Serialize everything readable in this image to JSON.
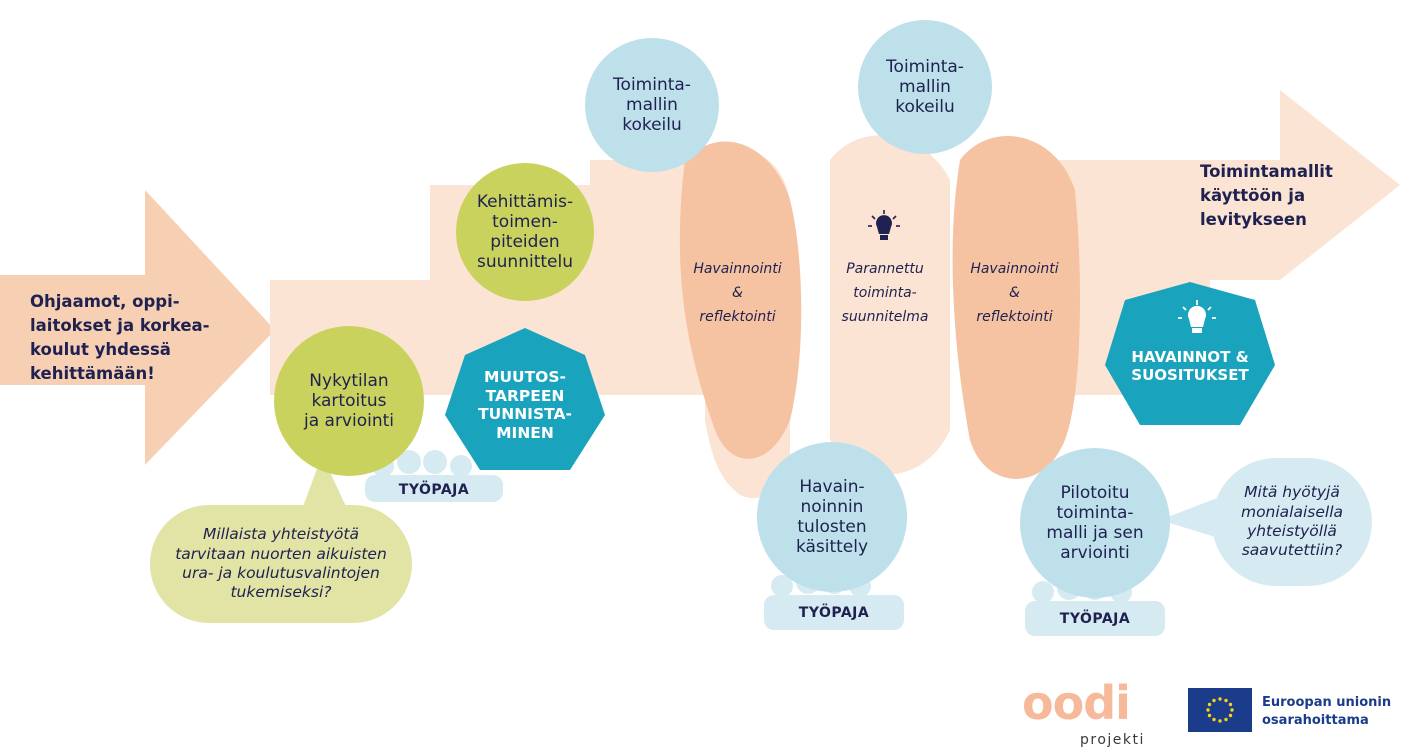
{
  "colors": {
    "arrow": "#f7cfb3",
    "arrow_light": "#fbe4d4",
    "wave_dark": "#f5c2a2",
    "green": "#c9d25c",
    "light_green": "#e1e4a4",
    "blue": "#bde0ea",
    "light_blue": "#d5ebf1",
    "teal": "#1aa3bd",
    "navy": "#1f2150",
    "eu_blue": "#1a3c8a",
    "eu_star": "#f7d117"
  },
  "start": {
    "text": "Ohjaamot, oppi-\nlaitokset ja korkea-\nkoulut yhdessä\nkehittämään!"
  },
  "end": {
    "text": "Toimintamallit\nkäyttöön ja\nlevitykseen"
  },
  "circles": {
    "nykytila": "Nykytilan\nkartoitus\nja arviointi",
    "kehittamis": "Kehittämis-\ntoimen-\npiteiden\nsuunnittelu",
    "kokeilu1": "Toiminta-\nmallin\nkokeilu",
    "kokeilu2": "Toiminta-\nmallin\nkokeilu",
    "tulosten": "Havain-\nnoinnin\ntulosten\nkäsittely",
    "pilotoitu": "Pilotoitu\ntoiminta-\nmalli ja sen\narviointi"
  },
  "wave_labels": {
    "havainnointi1": "Havainnointi\n&\nreflektointi",
    "parannettu": "Parannettu\ntoiminta-\nsuunnitelma",
    "havainnointi2": "Havainnointi\n&\nreflektointi"
  },
  "hexagons": {
    "muutos": "MUUTOS-\nTARPEEN\nTUNNISTA-\nMINEN",
    "havainnot": "HAVAINNOT &\nSUOSITUKSET"
  },
  "bubbles": {
    "left": "Millaista yhteistyötä\ntarvitaan nuorten aikuisten\nura- ja koulutusvalintojen\ntukemiseksi?",
    "right": "Mitä hyötyjä\nmonialaisella\nyhteistyöllä\nsaavutettiin?"
  },
  "workshops": [
    "TYÖPAJA",
    "TYÖPAJA",
    "TYÖPAJA"
  ],
  "icons": [
    "lightbulb-icon",
    "lightbulb-icon",
    "people-icon",
    "eu-flag-icon"
  ],
  "logo": {
    "oodi": "oodi",
    "projekti": "projekti"
  },
  "eu": {
    "text": "Euroopan unionin\nosarahoittama"
  }
}
